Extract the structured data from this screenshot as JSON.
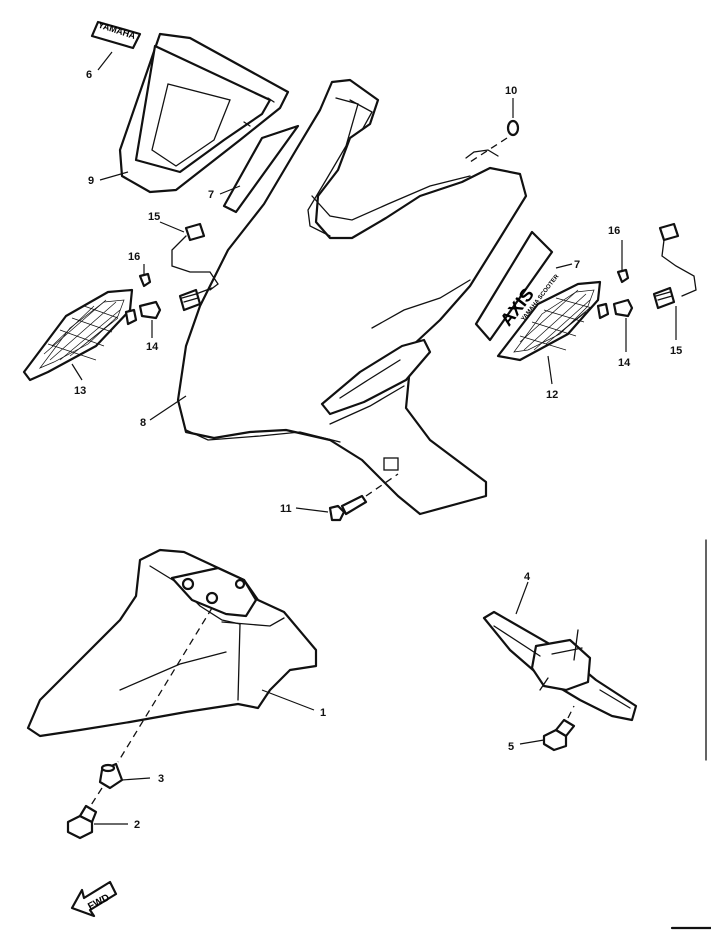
{
  "diagram": {
    "callouts": {
      "c1": "1",
      "c2": "2",
      "c3": "3",
      "c4": "4",
      "c5": "5",
      "c6": "6",
      "c7a": "7",
      "c7b": "7",
      "c8": "8",
      "c9": "9",
      "c10": "10",
      "c11": "11",
      "c12": "12",
      "c13": "13",
      "c14a": "14",
      "c14b": "14",
      "c15a": "15",
      "c15b": "15",
      "c16a": "16",
      "c16b": "16"
    },
    "emblem_text": "YAMAHA",
    "decal_text": "AXIS",
    "decal_subtext": "YAMAHA SCOOTER",
    "fwd_text": "FWD"
  }
}
